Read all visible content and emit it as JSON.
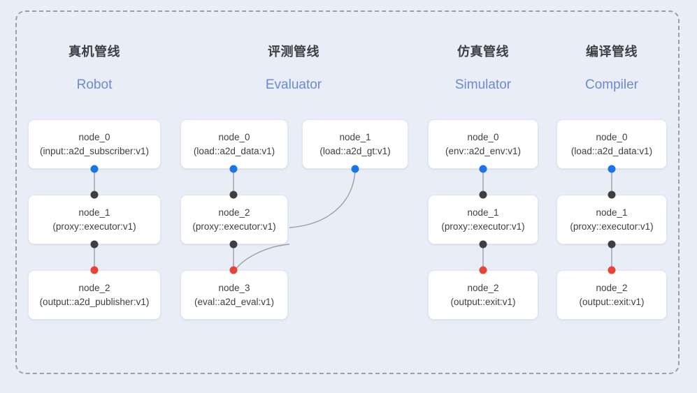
{
  "diagram": {
    "background_color": "#e9edf8",
    "frame_border_color": "#9aa0a6",
    "connector_line_color": "#9aa0a6",
    "dot_colors": {
      "output": "#1a73e8",
      "input": "#3c4043",
      "terminal": "#ea4335"
    },
    "header_cn_color": "#3c4043",
    "header_en_color": "#6d8ad0"
  },
  "columns": [
    {
      "id": "robot",
      "title_cn": "真机管线",
      "title_en": "Robot",
      "nodes": [
        {
          "name": "node_0",
          "spec": "(input::a2d_subscriber:v1)"
        },
        {
          "name": "node_1",
          "spec": "(proxy::executor:v1)"
        },
        {
          "name": "node_2",
          "spec": "(output::a2d_publisher:v1)"
        }
      ]
    },
    {
      "id": "evaluator",
      "title_cn": "评测管线",
      "title_en": "Evaluator",
      "nodes": [
        {
          "name": "node_0",
          "spec": "(load::a2d_data:v1)"
        },
        {
          "name": "node_1",
          "spec": "(load::a2d_gt:v1)"
        },
        {
          "name": "node_2",
          "spec": "(proxy::executor:v1)"
        },
        {
          "name": "node_3",
          "spec": "(eval::a2d_eval:v1)"
        }
      ]
    },
    {
      "id": "simulator",
      "title_cn": "仿真管线",
      "title_en": "Simulator",
      "nodes": [
        {
          "name": "node_0",
          "spec": "(env::a2d_env:v1)"
        },
        {
          "name": "node_1",
          "spec": "(proxy::executor:v1)"
        },
        {
          "name": "node_2",
          "spec": "(output::exit:v1)"
        }
      ]
    },
    {
      "id": "compiler",
      "title_cn": "编译管线",
      "title_en": "Compiler",
      "nodes": [
        {
          "name": "node_0",
          "spec": "(load::a2d_data:v1)"
        },
        {
          "name": "node_1",
          "spec": "(proxy::executor:v1)"
        },
        {
          "name": "node_2",
          "spec": "(output::exit:v1)"
        }
      ]
    }
  ]
}
